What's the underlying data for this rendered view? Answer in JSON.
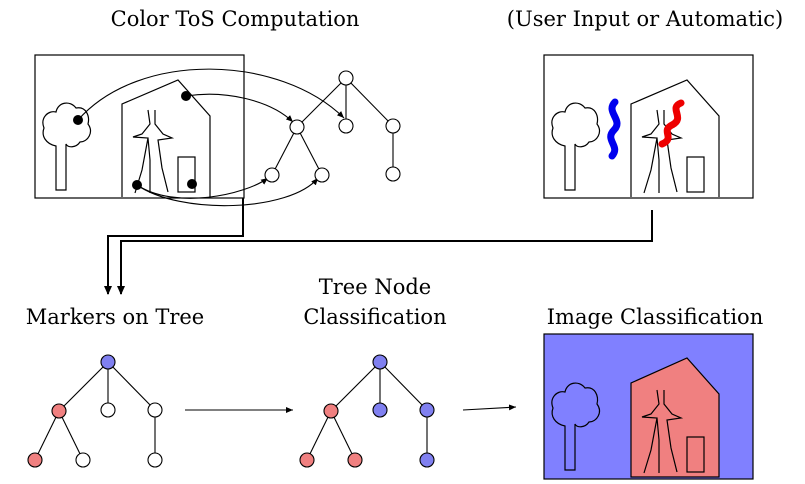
{
  "titles": {
    "tos": "Color ToS Computation",
    "input": "(User Input or Automatic)",
    "markers": "Markers on Tree",
    "node_class_1": "Tree Node",
    "node_class_2": "Classification",
    "image_class": "Image Classification"
  },
  "colors": {
    "marker_red": "#f08080",
    "marker_blue": "#8080f0",
    "scribble_blue": "#0000ee",
    "scribble_red": "#ee0000",
    "bg_blue": "#8080ff",
    "house_red": "#f08080",
    "node_white": "#ffffff",
    "edge": "#000000"
  }
}
